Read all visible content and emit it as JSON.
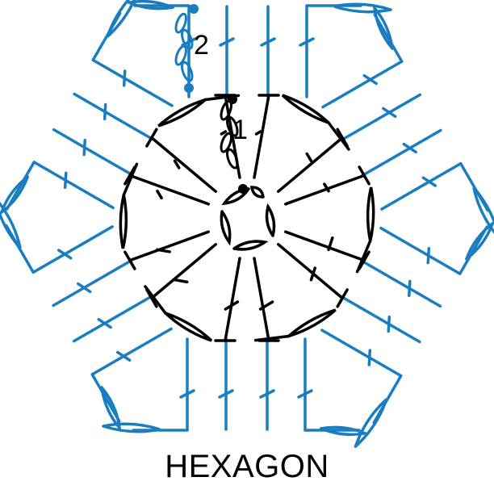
{
  "title": "HEXAGON",
  "rounds": [
    {
      "label": "1",
      "color": "#000000"
    },
    {
      "label": "2",
      "color": "#1a7dbf"
    }
  ],
  "colors": {
    "round1": "#000000",
    "round2": "#1a7dbf",
    "background": "#ffffff"
  }
}
